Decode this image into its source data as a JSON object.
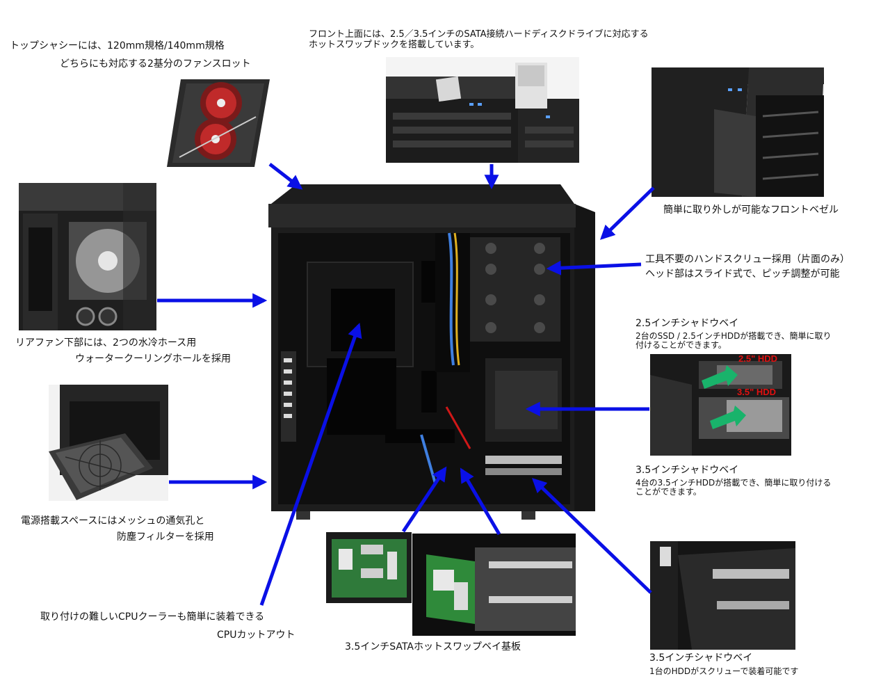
{
  "colors": {
    "arrow": "#0a10e6",
    "hdd_label": "#e01010",
    "green_arrow": "#19b36b"
  },
  "labels": {
    "top_fan_1": "トップシャシーには、120mm規格/140mm規格",
    "top_fan_2": "どちらにも対応する2基分のファンスロット",
    "hotswap_1": "フロント上面には、2.5／3.5インチのSATA接続ハードディスクドライブに対応する",
    "hotswap_2": "ホットスワップドックを搭載しています。",
    "bezel": "簡単に取り外しが可能なフロントベゼル",
    "screw_1": "工具不要のハンドスクリュー採用（片面のみ）",
    "screw_2": "ヘッド部はスライド式で、ピッチ調整が可能",
    "bay25_title": "2.5インチシャドウベイ",
    "bay25_desc_1": "2台のSSD / 2.5インチHDDが搭載でき、簡単に取り",
    "bay25_desc_2": "付けることができます。",
    "hdd25_tag": "2.5\" HDD",
    "hdd35_tag": "3.5\" HDD",
    "bay35_title": "3.5インチシャドウベイ",
    "bay35_desc_1": "4台の3.5インチHDDが搭載でき、簡単に取り付ける",
    "bay35_desc_2": "ことができます。",
    "bay35b_title": "3.5インチシャドウベイ",
    "bay35b_desc": "1台のHDDがスクリューで装着可能です",
    "rear_fan_1": "リアファン下部には、2つの水冷ホース用",
    "rear_fan_2": "ウォータークーリングホールを採用",
    "psu_1": "電源搭載スペースにはメッシュの通気孔と",
    "psu_2": "防塵フィルターを採用",
    "cpu_1": "取り付けの難しいCPUクーラーも簡単に装着できる",
    "cpu_2": "CPUカットアウト",
    "sata_board": "3.5インチSATAホットスワップベイ基板"
  }
}
